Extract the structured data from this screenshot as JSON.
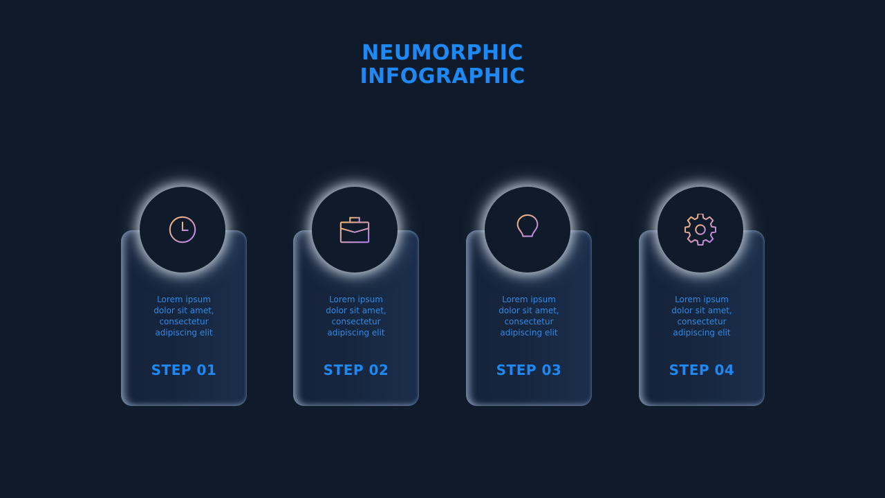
{
  "title": {
    "line1": "NEUMORPHIC",
    "line2": "INFOGRAPHIC"
  },
  "colors": {
    "background": "#0f1b2a",
    "accent": "#1e88f5",
    "icon_gradient_start": "#f4b76d",
    "icon_gradient_end": "#b17ff0"
  },
  "steps": [
    {
      "icon": "clock-icon",
      "desc": [
        "Lorem ipsum",
        "dolor sit amet,",
        "consectetur",
        "adipiscing  elit"
      ],
      "label": "STEP 01"
    },
    {
      "icon": "briefcase-icon",
      "desc": [
        "Lorem ipsum",
        "dolor sit amet,",
        "consectetur",
        "adipiscing  elit"
      ],
      "label": "STEP 02"
    },
    {
      "icon": "lightbulb-icon",
      "desc": [
        "Lorem ipsum",
        "dolor sit amet,",
        "consectetur",
        "adipiscing  elit"
      ],
      "label": "STEP 03"
    },
    {
      "icon": "gear-icon",
      "desc": [
        "Lorem ipsum",
        "dolor sit amet,",
        "consectetur",
        "adipiscing  elit"
      ],
      "label": "STEP 04"
    }
  ]
}
